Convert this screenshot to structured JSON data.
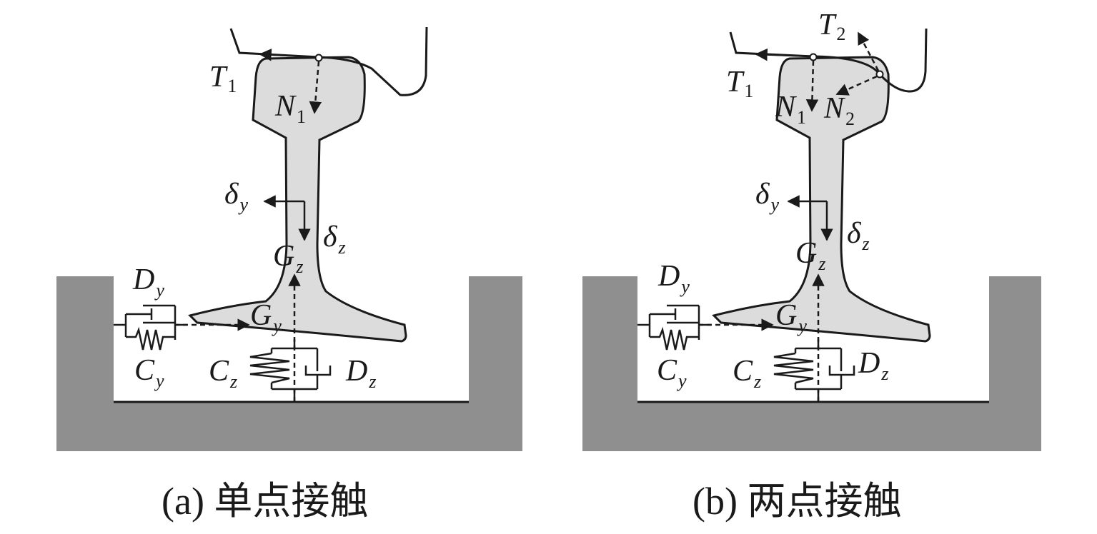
{
  "colors": {
    "ground": "#8f8f8f",
    "rail": "#dcdcdc",
    "line": "#1a1a1a"
  },
  "panels": [
    {
      "caption": "(a) 单点接触",
      "labels": {
        "T1": {
          "main": "T",
          "sub": "1"
        },
        "N1": {
          "main": "N",
          "sub": "1"
        },
        "dy": {
          "main": "δ",
          "sub": "y"
        },
        "dz": {
          "main": "δ",
          "sub": "z"
        },
        "Gz": {
          "main": "G",
          "sub": "z"
        },
        "Gy": {
          "main": "G",
          "sub": "y"
        },
        "Dy": {
          "main": "D",
          "sub": "y"
        },
        "Cy": {
          "main": "C",
          "sub": "y"
        },
        "Cz": {
          "main": "C",
          "sub": "z"
        },
        "Dz": {
          "main": "D",
          "sub": "z"
        }
      }
    },
    {
      "caption": "(b) 两点接触",
      "labels": {
        "T1": {
          "main": "T",
          "sub": "1"
        },
        "T2": {
          "main": "T",
          "sub": "2"
        },
        "N1": {
          "main": "N",
          "sub": "1"
        },
        "N2": {
          "main": "N",
          "sub": "2"
        },
        "dy": {
          "main": "δ",
          "sub": "y"
        },
        "dz": {
          "main": "δ",
          "sub": "z"
        },
        "Gz": {
          "main": "G",
          "sub": "z"
        },
        "Gy": {
          "main": "G",
          "sub": "y"
        },
        "Dy": {
          "main": "D",
          "sub": "y"
        },
        "Cy": {
          "main": "C",
          "sub": "y"
        },
        "Cz": {
          "main": "C",
          "sub": "z"
        },
        "Dz": {
          "main": "D",
          "sub": "z"
        }
      }
    }
  ]
}
